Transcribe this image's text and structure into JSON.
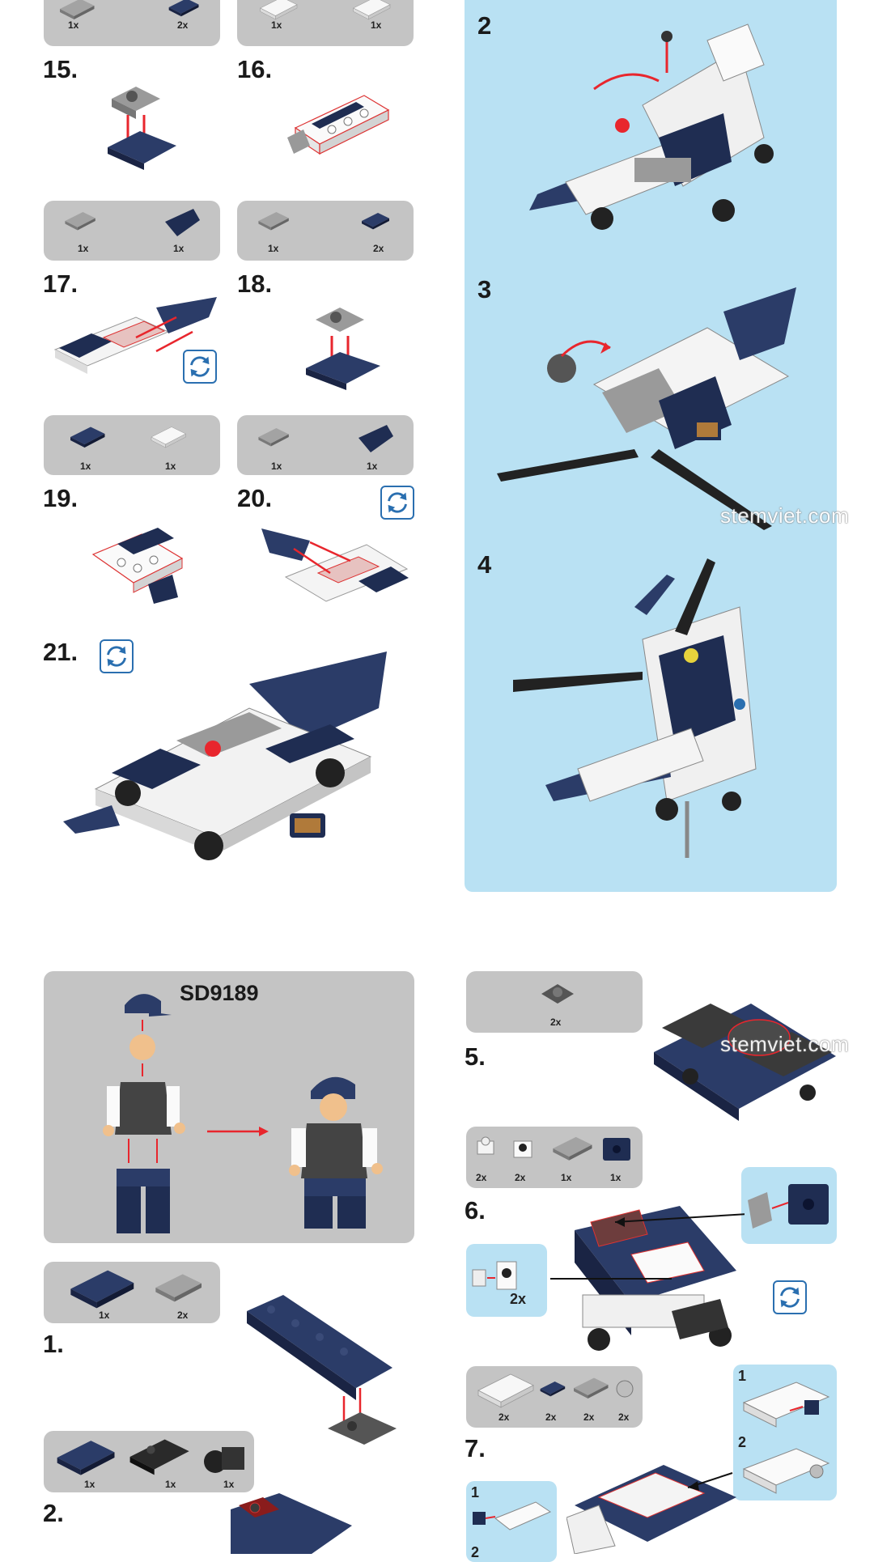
{
  "watermark": "stemviet.com",
  "set_code": "SD9189",
  "colors": {
    "part_box": "#c4c4c4",
    "blue_panel": "#b9e1f3",
    "navy_brick": "#1f2d52",
    "white_brick": "#f4f4f4",
    "gray_brick": "#8e8e8e",
    "arrow_red": "#e8262d",
    "rotate_blue": "#2a6fb0"
  },
  "top_left": {
    "top_boxes": [
      {
        "qtys": [
          "1x",
          "2x"
        ]
      },
      {
        "qtys": [
          "1x",
          "1x"
        ]
      }
    ],
    "steps": [
      {
        "label": "15."
      },
      {
        "label": "16."
      },
      {
        "label": "17.",
        "qtys": [
          "1x",
          "1x"
        ]
      },
      {
        "label": "18.",
        "qtys": [
          "1x",
          "2x"
        ]
      },
      {
        "label": "19.",
        "qtys": [
          "1x",
          "1x"
        ]
      },
      {
        "label": "20.",
        "qtys": [
          "1x",
          "1x"
        ]
      },
      {
        "label": "21."
      }
    ],
    "rotate_icons": [
      "rotate-icon",
      "rotate-icon",
      "rotate-icon"
    ]
  },
  "transform_panel": {
    "steps": [
      {
        "label": "2"
      },
      {
        "label": "3"
      },
      {
        "label": "4"
      }
    ]
  },
  "bottom_left": {
    "minifig_box": {
      "qtys": []
    },
    "steps": [
      {
        "label": "1.",
        "qtys": [
          "1x",
          "2x"
        ]
      },
      {
        "label": "2.",
        "qtys": [
          "1x",
          "1x",
          "1x"
        ]
      }
    ]
  },
  "bottom_right": {
    "steps": [
      {
        "label": "5.",
        "qtys": [
          "2x"
        ]
      },
      {
        "label": "6.",
        "qtys": [
          "2x",
          "2x",
          "1x",
          "1x"
        ],
        "sub_qty": "2x"
      },
      {
        "label": "7.",
        "qtys": [
          "2x",
          "2x",
          "2x",
          "2x"
        ]
      }
    ],
    "sub_labels": [
      "1",
      "2",
      "1",
      "2"
    ]
  }
}
